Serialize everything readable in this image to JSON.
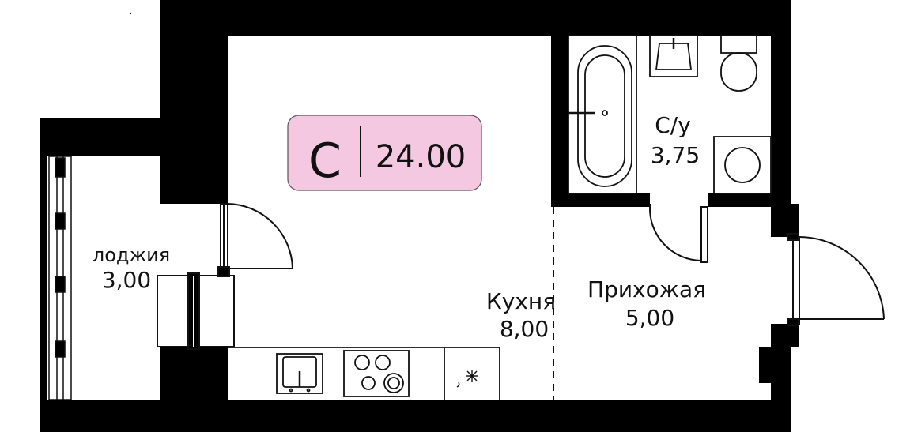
{
  "badge": {
    "type_letter": "С",
    "area": "24.00",
    "fill_color": "#f3c8e0"
  },
  "rooms": {
    "loggia": {
      "name": "лоджия",
      "area": "3,00"
    },
    "bathroom": {
      "name": "С/у",
      "area": "3,75"
    },
    "kitchen": {
      "name": "Кухня",
      "area": "8,00"
    },
    "hallway": {
      "name": "Прихожая",
      "area": "5,00"
    }
  },
  "colors": {
    "wall": "#000000",
    "line": "#111111",
    "background": "#ffffff"
  }
}
